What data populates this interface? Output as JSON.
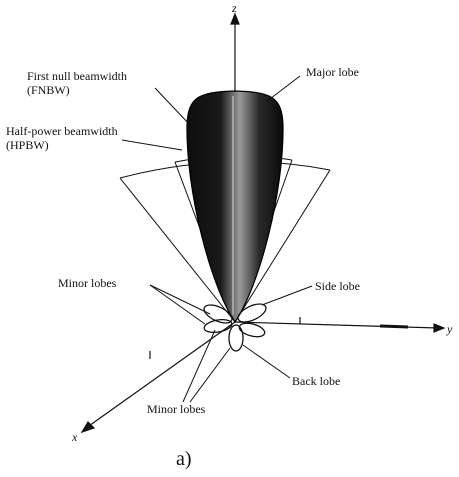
{
  "axes": {
    "z": "z",
    "y": "y",
    "x": "x"
  },
  "labels": {
    "fnbw": "First null beamwidth",
    "fnbw_abbr": "(FNBW)",
    "hpbw": "Half-power beamwidth",
    "hpbw_abbr": "(HPBW)",
    "major_lobe": "Major lobe",
    "minor_lobes_left": "Minor lobes",
    "side_lobe": "Side lobe",
    "back_lobe": "Back lobe",
    "minor_lobes_bottom": "Minor lobes"
  },
  "caption": "a)",
  "colors": {
    "ink": "#111111",
    "lobe_dark": "#0d0d0d",
    "lobe_light": "#8a8a8a",
    "background": "#ffffff"
  }
}
